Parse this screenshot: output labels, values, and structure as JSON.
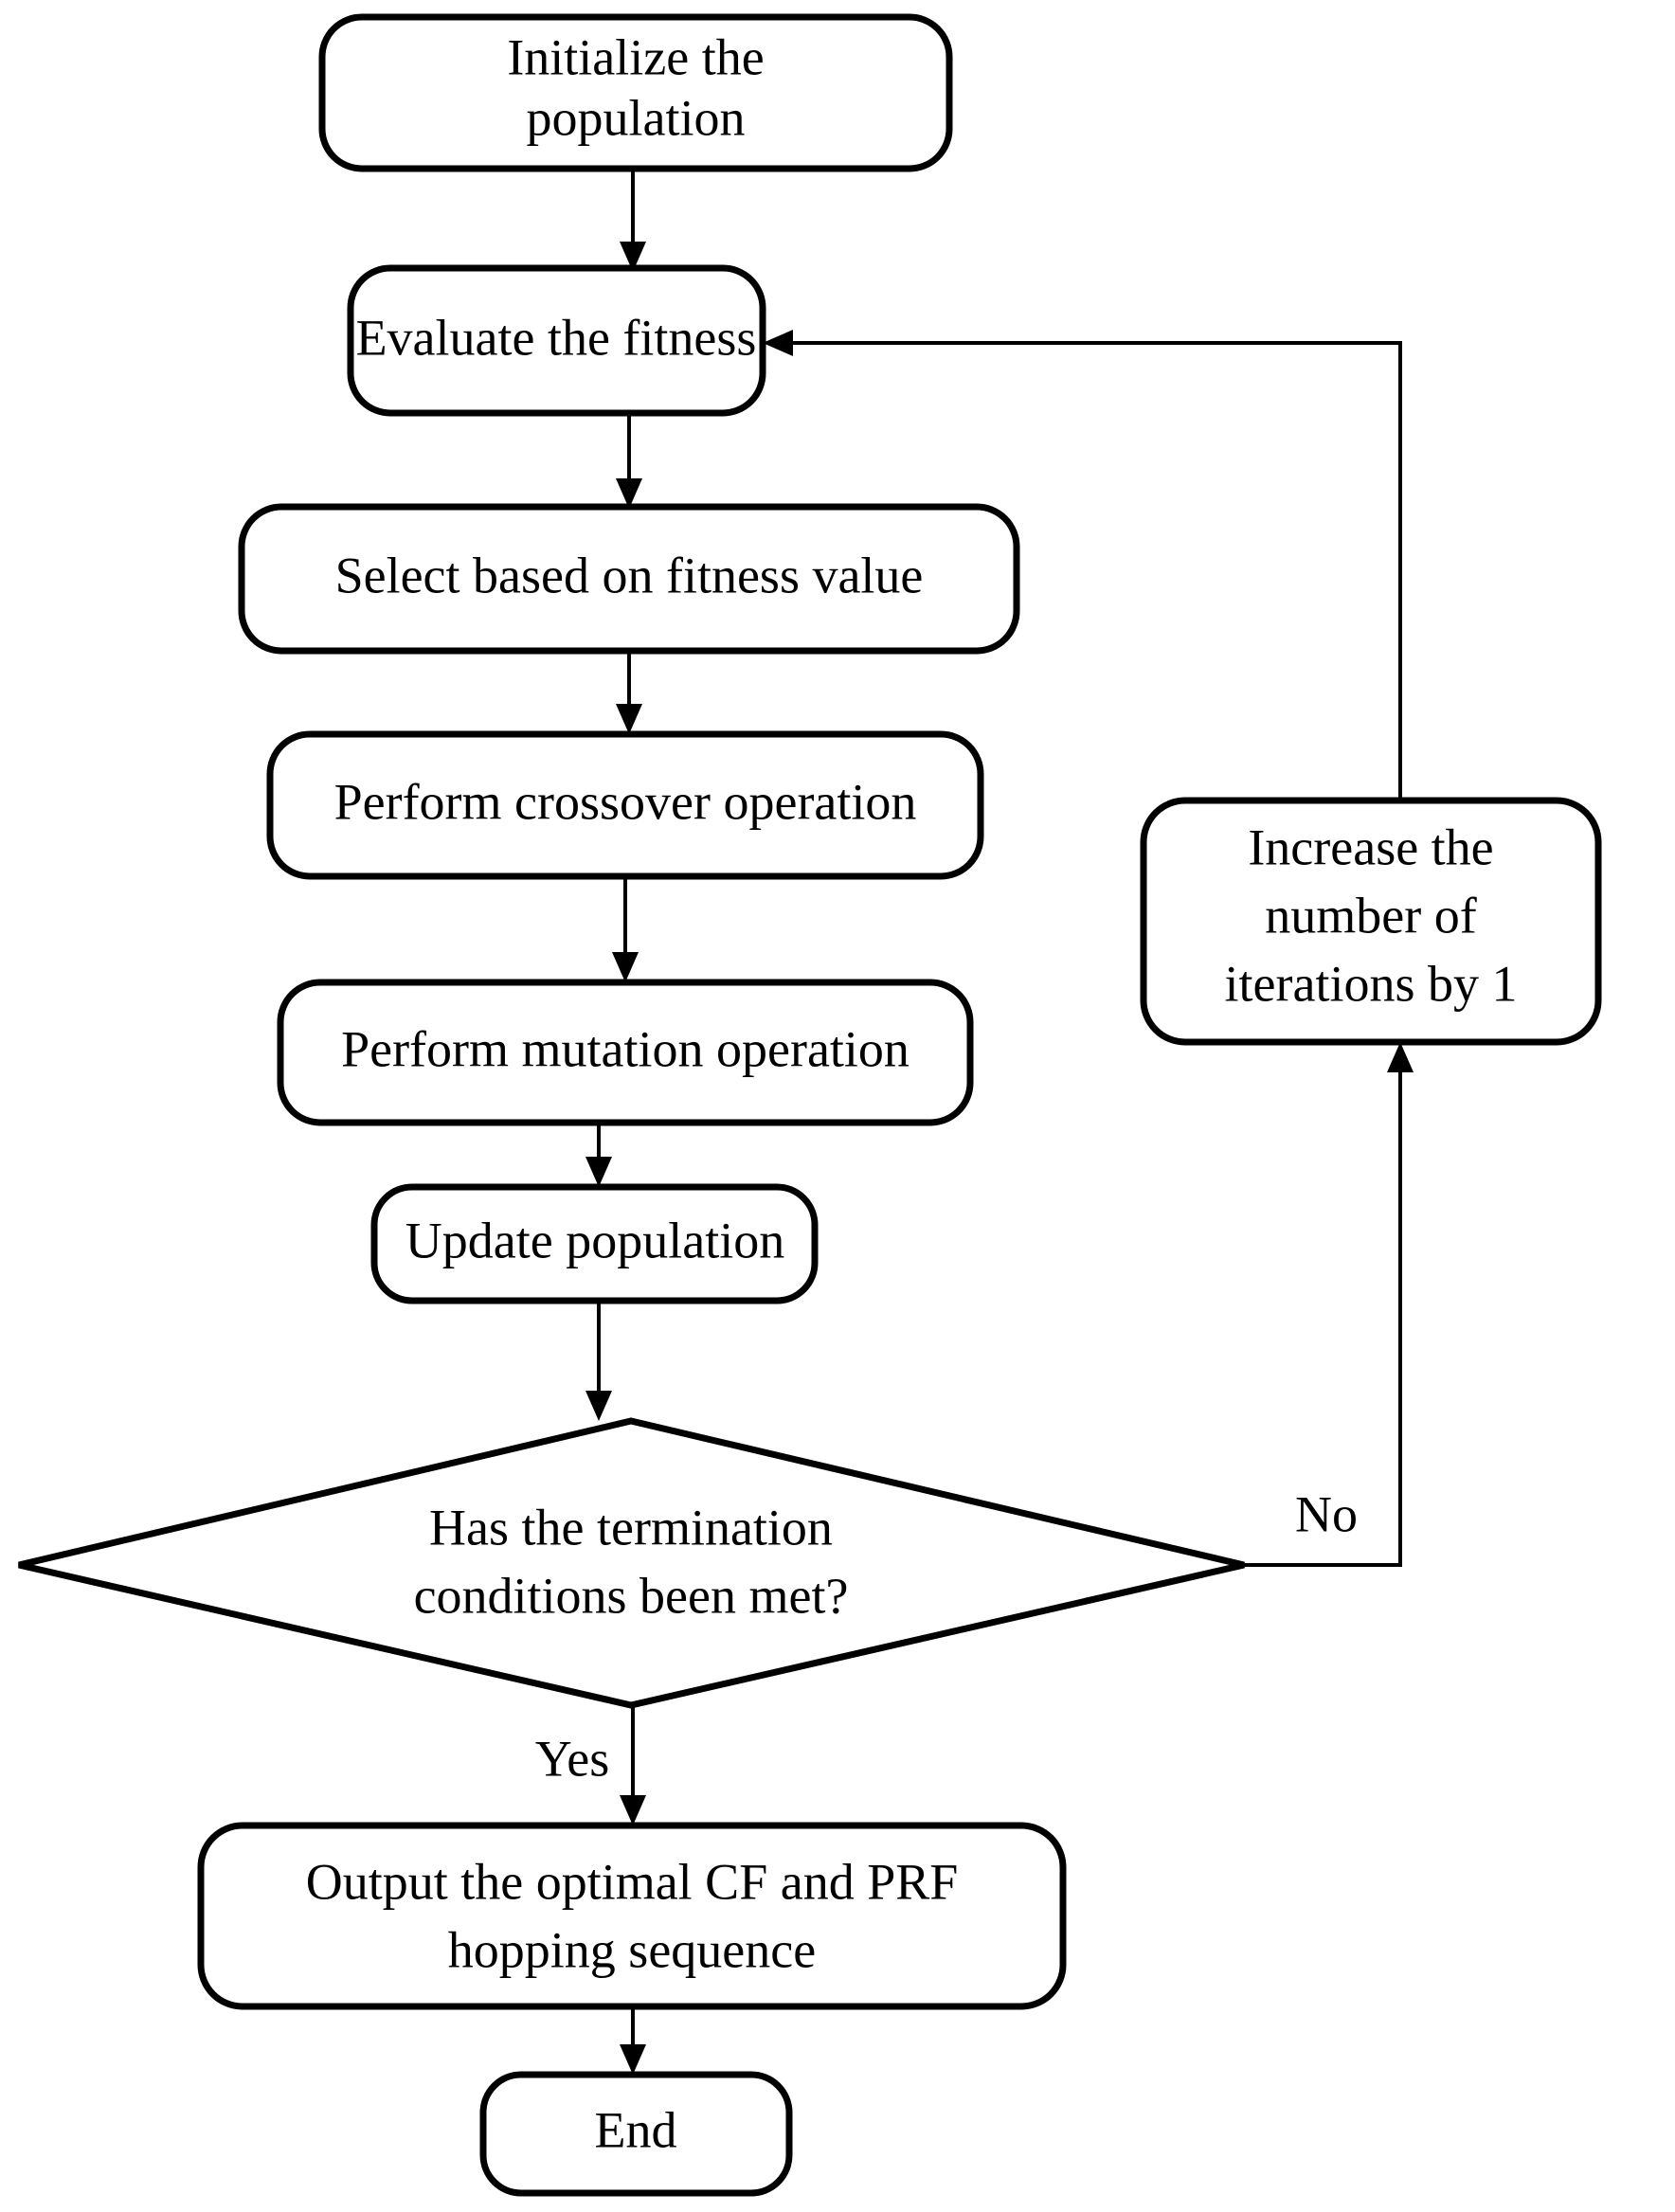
{
  "diagram": {
    "title": "Genetic algorithm flowchart",
    "type": "flowchart",
    "colors": {
      "background": "#ffffff",
      "stroke": "#000000",
      "text": "#000000",
      "fill": "#ffffff"
    },
    "nodes": [
      {
        "id": "initialize",
        "shape": "rounded-rectangle",
        "lines": [
          "Initialize the",
          "population"
        ]
      },
      {
        "id": "evaluate",
        "shape": "rounded-rectangle",
        "lines": [
          "Evaluate the fitness"
        ]
      },
      {
        "id": "select",
        "shape": "rounded-rectangle",
        "lines": [
          "Select based on fitness value"
        ]
      },
      {
        "id": "crossover",
        "shape": "rounded-rectangle",
        "lines": [
          "Perform crossover operation"
        ]
      },
      {
        "id": "mutation",
        "shape": "rounded-rectangle",
        "lines": [
          "Perform mutation operation"
        ]
      },
      {
        "id": "update",
        "shape": "rounded-rectangle",
        "lines": [
          "Update population"
        ]
      },
      {
        "id": "decision",
        "shape": "diamond",
        "lines": [
          "Has the termination",
          "conditions been met?"
        ]
      },
      {
        "id": "increase",
        "shape": "rounded-rectangle",
        "lines": [
          "Increase the",
          "number of",
          "iterations by 1"
        ]
      },
      {
        "id": "output",
        "shape": "rounded-rectangle",
        "lines": [
          "Output the optimal CF and PRF",
          "hopping sequence"
        ]
      },
      {
        "id": "end",
        "shape": "rounded-rectangle",
        "lines": [
          "End"
        ]
      }
    ],
    "edge_labels": {
      "no": "No",
      "yes": "Yes"
    },
    "text": {
      "initialize_l1": "Initialize the",
      "initialize_l2": "population",
      "evaluate_l1": "Evaluate the fitness",
      "select_l1": "Select based on fitness value",
      "crossover_l1": "Perform crossover operation",
      "mutation_l1": "Perform mutation operation",
      "update_l1": "Update population",
      "decision_l1": "Has the termination",
      "decision_l2": "conditions been met?",
      "increase_l1": "Increase the",
      "increase_l2": "number of",
      "increase_l3": "iterations by 1",
      "output_l1": "Output the optimal CF and PRF",
      "output_l2": "hopping sequence",
      "end_l1": "End",
      "label_no": "No",
      "label_yes": "Yes"
    }
  }
}
